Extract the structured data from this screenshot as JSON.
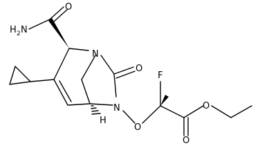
{
  "structure": {
    "atoms": {
      "amide_H2N": "H",
      "amide_H2N_sub": "2",
      "amide_H2N_N": "N",
      "amide_O": "O",
      "ring_N_top": "N",
      "lactam_O": "O",
      "ring_N_bottom": "N",
      "ether_O": "O",
      "fluorine": "F",
      "ester_O_single": "O",
      "ester_O_double": "O",
      "bridgehead_H": "H"
    }
  }
}
